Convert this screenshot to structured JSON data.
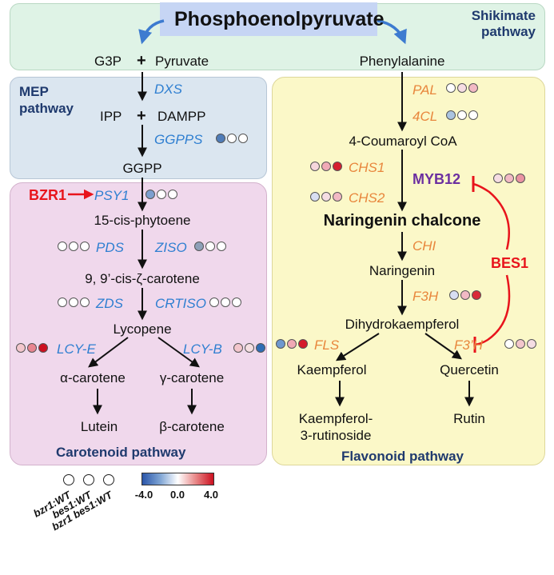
{
  "pathways": {
    "shikimate": "Shikimate pathway",
    "mep_line1": "MEP",
    "mep_line2": "pathway",
    "carotenoid": "Carotenoid  pathway",
    "flavonoid": "Flavonoid pathway"
  },
  "start_compound": "Phosphoenolpyruvate",
  "compounds": {
    "g3p": "G3P",
    "plus": "+",
    "pyruvate": "Pyruvate",
    "phenylalanine": "Phenylalanine",
    "ipp": "IPP",
    "dampp": "DAMPP",
    "ggpp": "GGPP",
    "phytoene": "15-cis-phytoene",
    "zeta_carotene": "9, 9’-cis-ζ-carotene",
    "lycopene": "Lycopene",
    "alpha_carotene": "α-carotene",
    "gamma_carotene": "γ-carotene",
    "lutein": "Lutein",
    "beta_carotene": "β-carotene",
    "coumaroyl_coa": "4-Coumaroyl CoA",
    "naringenin_chalcone": "Naringenin chalcone",
    "naringenin": "Naringenin",
    "dihydrokaempferol": "Dihydrokaempferol",
    "kaempferol": "Kaempferol",
    "quercetin": "Quercetin",
    "kaempferol_rut_1": "Kaempferol-",
    "kaempferol_rut_2": "3-rutinoside",
    "rutin": "Rutin"
  },
  "enzymes": {
    "dxs": "DXS",
    "ggpps": "GGPPS",
    "psy1": "PSY1",
    "pds": "PDS",
    "ziso": "ZISO",
    "zds": "ZDS",
    "crtiso": "CRTISO",
    "lcye": "LCY-E",
    "lcyb": "LCY-B",
    "pal": "PAL",
    "4cl": "4CL",
    "chs1": "CHS1",
    "chs2": "CHS2",
    "chi": "CHI",
    "f3h": "F3H",
    "fls": "FLS",
    "f3ph": "F3’H"
  },
  "regulators": {
    "bzr1": "BZR1",
    "myb12": "MYB12",
    "bes1": "BES1"
  },
  "expression_colors": {
    "pal": [
      "#ffffff",
      "#f6dde3",
      "#f2b9c4"
    ],
    "4cl": [
      "#aac3e0",
      "#ffffff",
      "#ffffff"
    ],
    "ggpps": [
      "#4f7cb8",
      "#ffffff",
      "#ffffff"
    ],
    "psy1": [
      "#7c9fcf",
      "#ffffff",
      "#ffffff"
    ],
    "pds": [
      "#ffffff",
      "#ffffff",
      "#ffffff"
    ],
    "ziso": [
      "#8ea0b8",
      "#ffffff",
      "#ffffff"
    ],
    "zds": [
      "#ffffff",
      "#ffffff",
      "#ffffff"
    ],
    "crtiso": [
      "#ffffff",
      "#ffffff",
      "#ffffff"
    ],
    "lcye": [
      "#f3c6cc",
      "#e88590",
      "#cc1020"
    ],
    "lcyb": [
      "#f3c6cc",
      "#f5dfe2",
      "#2f6db5"
    ],
    "chs1": [
      "#f5d6dc",
      "#f0aab6",
      "#d62030"
    ],
    "chs2": [
      "#d8def2",
      "#f5dde3",
      "#f2b9c4"
    ],
    "myb12": [
      "#f5dde3",
      "#f2b9c4",
      "#ea93a2"
    ],
    "f3h": [
      "#d8def2",
      "#f2b9c4",
      "#d92a38"
    ],
    "fls": [
      "#6f98cf",
      "#f0a9b5",
      "#d41a2c"
    ],
    "f3ph": [
      "#ffffff",
      "#f3c6cc",
      "#f5dde3"
    ]
  },
  "legend": {
    "labels": [
      "bzr1:WT",
      "bes1:WT",
      "bzr1 bes1:WT"
    ],
    "scale_min": "-4.0",
    "scale_mid": "0.0",
    "scale_max": "4.0"
  },
  "colors": {
    "enzyme_blue": "#2f7fd1",
    "enzyme_orange": "#e8863c",
    "regulator_red": "#e8141c",
    "myb12_purple": "#6b2fa0",
    "pathway_label": "#1f3a6e"
  }
}
